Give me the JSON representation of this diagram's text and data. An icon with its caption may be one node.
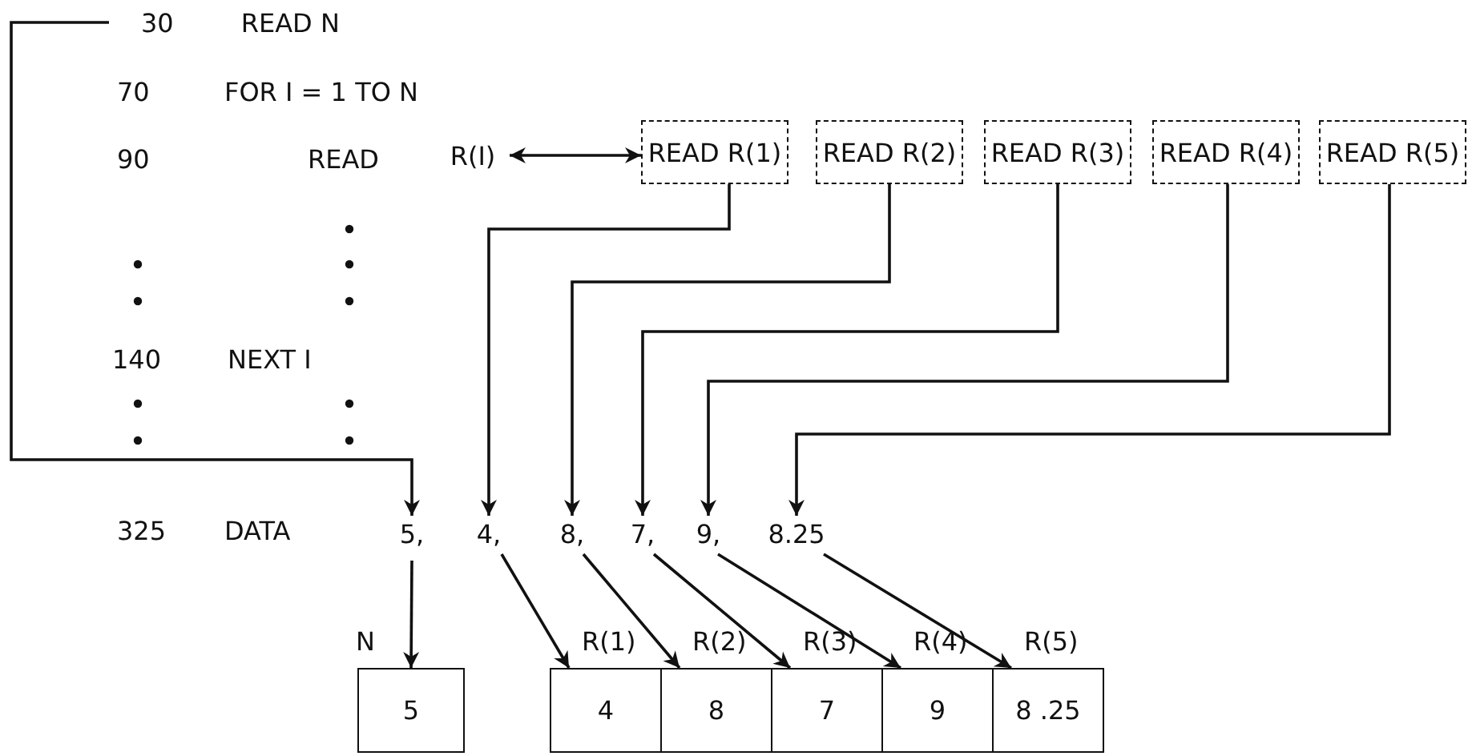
{
  "diagram": {
    "nodes": [
      {
        "text": [
          "30",
          "READ N"
        ]
      },
      {
        "text": [
          "R(I)"
        ]
      },
      {
        "text": [
          "READ R(1)"
        ]
      },
      {
        "text": [
          "READ R(2)"
        ]
      },
      {
        "text": [
          "READ R(3)"
        ]
      },
      {
        "text": [
          "READ R(4)"
        ]
      },
      {
        "text": [
          "READ R(5)"
        ]
      },
      {
        "text": [
          "5,"
        ]
      },
      {
        "text": [
          "4,"
        ]
      },
      {
        "text": [
          "8,"
        ]
      },
      {
        "text": [
          "7,"
        ]
      },
      {
        "text": [
          "9,"
        ]
      },
      {
        "text": [
          "8.25"
        ]
      },
      {
        "text": [
          "5"
        ],
        "beside": [
          "N"
        ]
      },
      {
        "text": [
          "4"
        ],
        "beside": [
          "R(1)"
        ]
      },
      {
        "text": [
          "8"
        ],
        "beside": [
          "R(2)"
        ]
      },
      {
        "text": [
          "7"
        ],
        "beside": [
          "R(3)"
        ]
      },
      {
        "text": [
          "9"
        ],
        "beside": [
          "R(4)"
        ]
      },
      {
        "text": [
          "8 .25"
        ],
        "beside": [
          "R(5)"
        ]
      }
    ],
    "edges": [
      {
        "from": 0,
        "to": 7,
        "arrow": "to"
      },
      {
        "from": 1,
        "to": 2,
        "arrow": "both"
      },
      {
        "from": 2,
        "to": 8,
        "arrow": "to"
      },
      {
        "from": 3,
        "to": 9,
        "arrow": "to"
      },
      {
        "from": 4,
        "to": 10,
        "arrow": "to"
      },
      {
        "from": 5,
        "to": 11,
        "arrow": "to"
      },
      {
        "from": 6,
        "to": 12,
        "arrow": "to"
      },
      {
        "from": 7,
        "to": 13,
        "arrow": "to"
      },
      {
        "from": 8,
        "to": 14,
        "arrow": "to"
      },
      {
        "from": 9,
        "to": 15,
        "arrow": "to"
      },
      {
        "from": 10,
        "to": 16,
        "arrow": "to"
      },
      {
        "from": 11,
        "to": 17,
        "arrow": "to"
      },
      {
        "from": 12,
        "to": 18,
        "arrow": "to"
      }
    ],
    "labels": [
      "70",
      "FOR I = 1 TO N",
      "90",
      "READ",
      "140",
      "NEXT I",
      "325",
      "DATA"
    ]
  }
}
